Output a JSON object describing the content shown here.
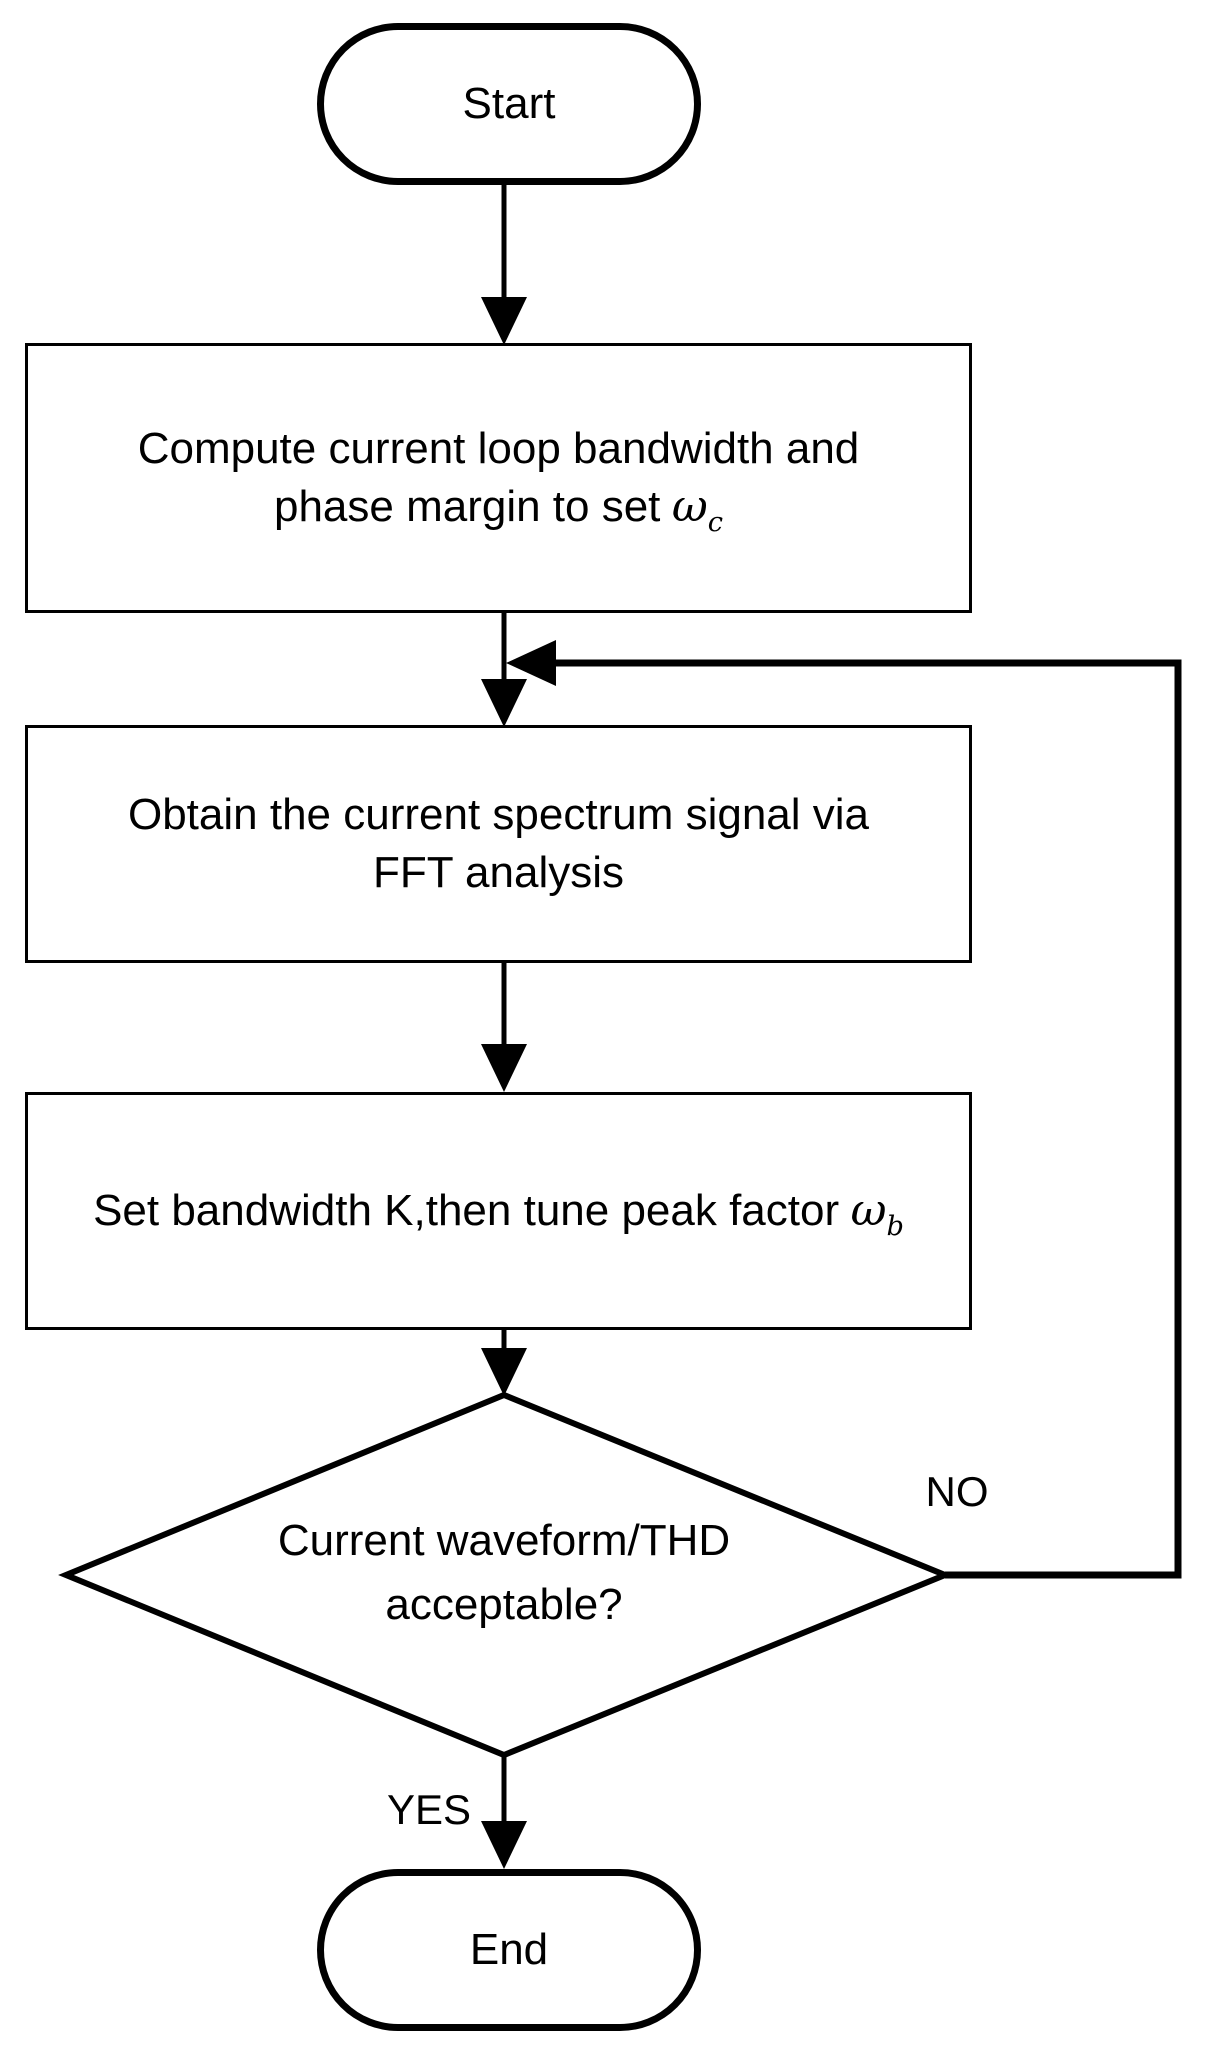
{
  "flowchart": {
    "colors": {
      "stroke": "#000000",
      "fill": "#ffffff"
    },
    "start": {
      "label": "Start"
    },
    "compute": {
      "line1": "Compute current loop bandwidth and",
      "line2_prefix": "phase margin to set",
      "symbol": "ω",
      "subscript": "c"
    },
    "fft": {
      "line1": "Obtain the current spectrum signal via",
      "line2": "FFT analysis"
    },
    "bandwidth": {
      "prefix": "Set bandwidth K,then tune peak factor",
      "symbol": "ω",
      "subscript": "b"
    },
    "decision": {
      "line1": "Current waveform/THD",
      "line2": "acceptable?"
    },
    "end": {
      "label": "End"
    },
    "labels": {
      "no": "NO",
      "yes": "YES"
    }
  }
}
